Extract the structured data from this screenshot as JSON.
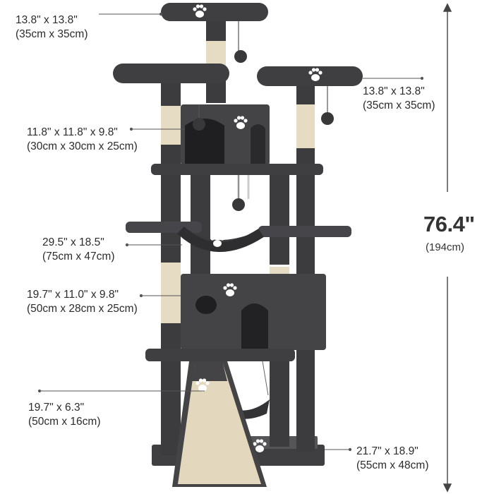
{
  "dimensions": {
    "top_perch": {
      "imperial": "13.8\" x 13.8\"",
      "metric": "(35cm x 35cm)"
    },
    "right_perch": {
      "imperial": "13.8\" x 13.8\"",
      "metric": "(35cm x 35cm)"
    },
    "upper_condo": {
      "imperial": "11.8\" x 11.8\" x 9.8\"",
      "metric": "(30cm x 30cm x 25cm)"
    },
    "hammock": {
      "imperial": "29.5\" x 18.5\"",
      "metric": "(75cm x 47cm)"
    },
    "lower_condo": {
      "imperial": "19.7\" x 11.0\" x 9.8\"",
      "metric": "(50cm x 28cm x 25cm)"
    },
    "ramp": {
      "imperial": "19.7\" x 6.3\"",
      "metric": "(50cm x 16cm)"
    },
    "base": {
      "imperial": "21.7\" x 18.9\"",
      "metric": "(55cm x 48cm)"
    }
  },
  "height": {
    "imperial": "76.4\"",
    "metric": "(194cm)"
  },
  "colors": {
    "plush": "#4a4a4d",
    "plush_dark": "#333335",
    "sisal": "#e6dcc4",
    "paw": "#ffffff",
    "line": "#555555"
  }
}
